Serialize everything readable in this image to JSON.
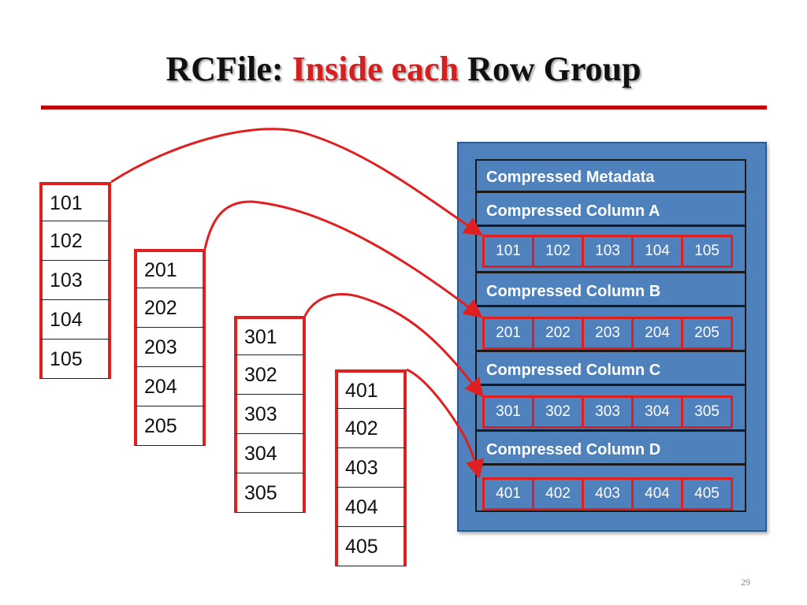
{
  "title": {
    "prefix": "RCFile: ",
    "accent": "Inside each",
    "suffix": " Row Group"
  },
  "colors": {
    "accent_red": "#e02020",
    "title_rule": "#c00000",
    "panel_blue": "#4f81bd"
  },
  "columns": [
    {
      "name": "A",
      "values": [
        "101",
        "102",
        "103",
        "104",
        "105"
      ]
    },
    {
      "name": "B",
      "values": [
        "201",
        "202",
        "203",
        "204",
        "205"
      ]
    },
    {
      "name": "C",
      "values": [
        "301",
        "302",
        "303",
        "304",
        "305"
      ]
    },
    {
      "name": "D",
      "values": [
        "401",
        "402",
        "403",
        "404",
        "405"
      ]
    }
  ],
  "panel": {
    "metadata": "Compressed Metadata",
    "col_a": "Compressed Column A",
    "col_b": "Compressed Column B",
    "col_c": "Compressed Column C",
    "col_d": "Compressed Column D"
  },
  "page_number": "29"
}
